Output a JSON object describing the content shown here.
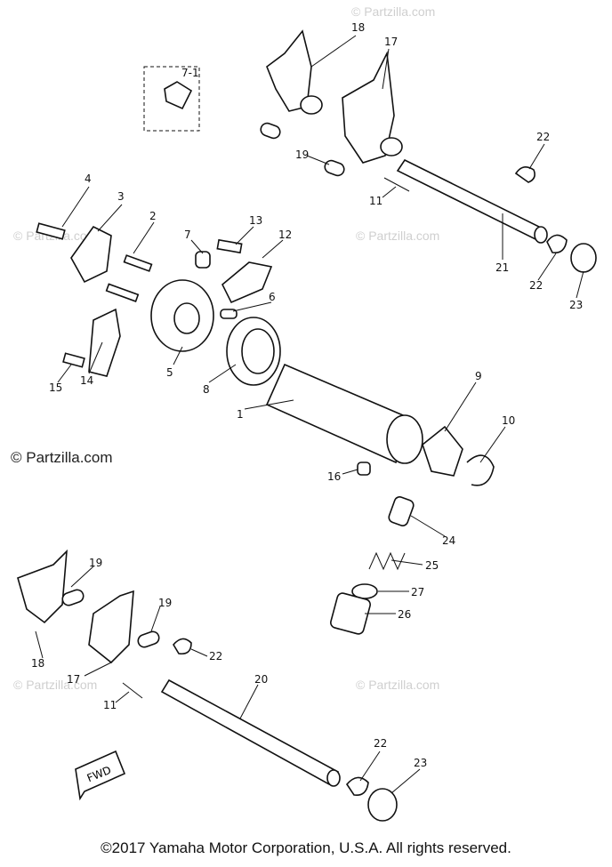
{
  "diagram": {
    "watermarks": [
      {
        "id": "wm-top-right",
        "text": "© Partzilla.com"
      },
      {
        "id": "wm-top-left",
        "text": "© Partzilla.com"
      },
      {
        "id": "wm-mid-right",
        "text": "© Partzilla.com"
      },
      {
        "id": "wm-mid-left",
        "text": "© Partzilla.com"
      },
      {
        "id": "wm-bottom-right",
        "text": "© Partzilla.com"
      },
      {
        "id": "wm-bottom-left",
        "text": "© Partzilla.com"
      }
    ],
    "callouts": {
      "c1": "1",
      "c2": "2",
      "c3": "3",
      "c4": "4",
      "c5": "5",
      "c6": "6",
      "c7": "7",
      "c7_1": "7-1",
      "c8": "8",
      "c9": "9",
      "c10": "10",
      "c11_top": "11",
      "c11_bottom": "11",
      "c12": "12",
      "c13": "13",
      "c14": "14",
      "c15": "15",
      "c16": "16",
      "c17_top": "17",
      "c17_bottom": "17",
      "c18_top": "18",
      "c18_bottom": "18",
      "c19_top": "19",
      "c19_bottom_a": "19",
      "c19_bottom_b": "19",
      "c20": "20",
      "c21": "21",
      "c22_top_a": "22",
      "c22_top_b": "22",
      "c22_bottom_a": "22",
      "c22_bottom_b": "22",
      "c23_top": "23",
      "c23_bottom": "23",
      "c24": "24",
      "c25": "25",
      "c26": "26",
      "c27": "27"
    },
    "fwd_label": "FWD",
    "copyright": "©2017 Yamaha Motor Corporation, U.S.A. All rights reserved."
  }
}
